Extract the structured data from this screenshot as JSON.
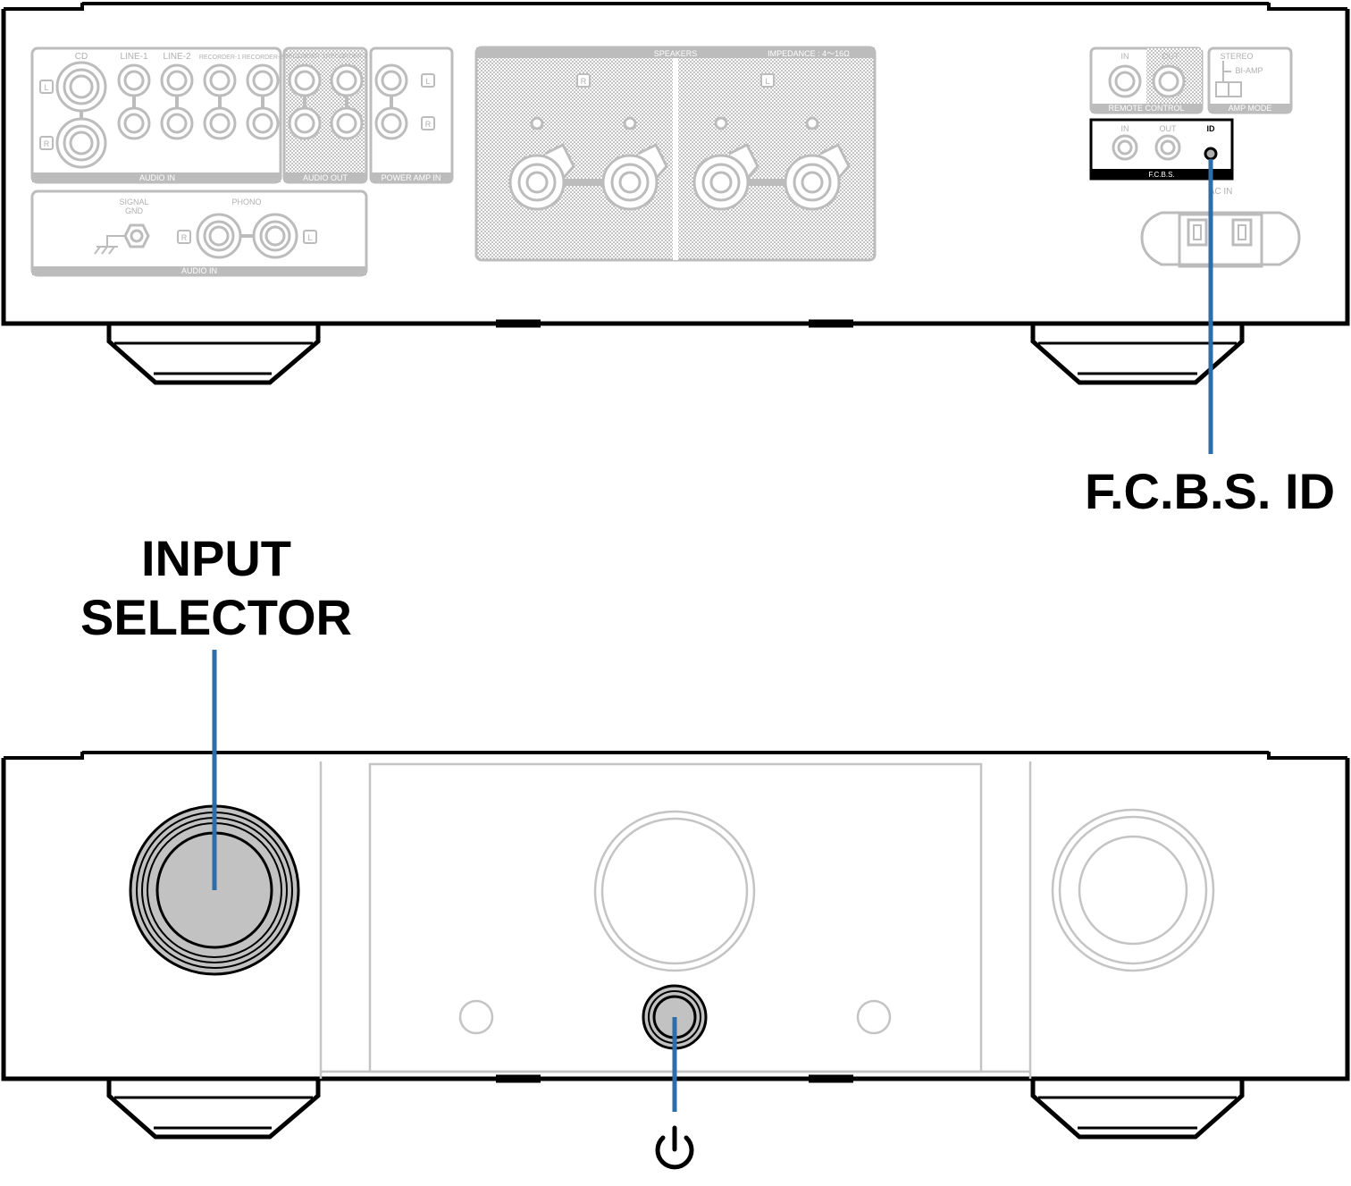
{
  "callouts": {
    "fcbs_id": "F.C.B.S. ID",
    "input_selector_line1": "INPUT",
    "input_selector_line2": "SELECTOR"
  },
  "rear_panel": {
    "audio_in_top": {
      "jacks": [
        "CD",
        "LINE-1",
        "LINE-2",
        "RECORDER-1",
        "RECORDER-2"
      ],
      "label": "AUDIO IN",
      "channel_l": "L",
      "channel_r": "R"
    },
    "audio_out": {
      "jacks": [
        "RECORDER-1",
        "RECORDER-2"
      ],
      "label": "AUDIO OUT"
    },
    "power_amp_in": {
      "label": "POWER AMP IN",
      "channel_l": "L",
      "channel_r": "R"
    },
    "phono_section": {
      "signal_gnd": "SIGNAL",
      "signal_gnd_2": "GND",
      "phono": "PHONO",
      "label": "AUDIO IN",
      "channel_r": "R",
      "channel_l": "L"
    },
    "speakers": {
      "label": "SPEAKERS",
      "impedance": "IMPEDANCE : 4～16Ω",
      "channel_r": "R",
      "channel_l": "L"
    },
    "remote_control": {
      "in": "IN",
      "out": "OUT",
      "label": "REMOTE CONTROL"
    },
    "amp_mode": {
      "stereo": "STEREO",
      "bi_amp": "BI-AMP",
      "label": "AMP MODE"
    },
    "fcbs": {
      "in": "IN",
      "out": "OUT",
      "id": "ID",
      "label": "F.C.B.S."
    },
    "ac_in": "AC IN"
  },
  "colors": {
    "outline": "#000000",
    "faded": "#b8b8b8",
    "callout_line": "#2e6da8",
    "knob_fill": "#c2c2c2"
  },
  "icons": {
    "power": "power-icon"
  }
}
